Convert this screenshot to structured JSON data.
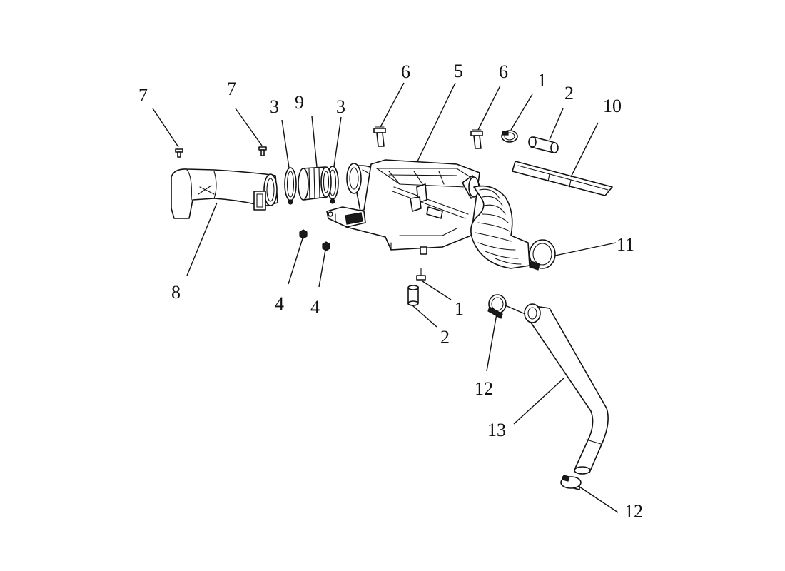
{
  "diagram": {
    "callouts": [
      {
        "id": "c7a",
        "text": "7"
      },
      {
        "id": "c7b",
        "text": "7"
      },
      {
        "id": "c3a",
        "text": "3"
      },
      {
        "id": "c9",
        "text": "9"
      },
      {
        "id": "c3b",
        "text": "3"
      },
      {
        "id": "c6a",
        "text": "6"
      },
      {
        "id": "c5",
        "text": "5"
      },
      {
        "id": "c6b",
        "text": "6"
      },
      {
        "id": "c1a",
        "text": "1"
      },
      {
        "id": "c2a",
        "text": "2"
      },
      {
        "id": "c10",
        "text": "10"
      },
      {
        "id": "c11",
        "text": "11"
      },
      {
        "id": "c8",
        "text": "8"
      },
      {
        "id": "c4a",
        "text": "4"
      },
      {
        "id": "c4b",
        "text": "4"
      },
      {
        "id": "c1b",
        "text": "1"
      },
      {
        "id": "c2b",
        "text": "2"
      },
      {
        "id": "c12a",
        "text": "12"
      },
      {
        "id": "c13",
        "text": "13"
      },
      {
        "id": "c12b",
        "text": "12"
      }
    ]
  },
  "colors": {
    "line": "#111111",
    "background": "#ffffff"
  }
}
